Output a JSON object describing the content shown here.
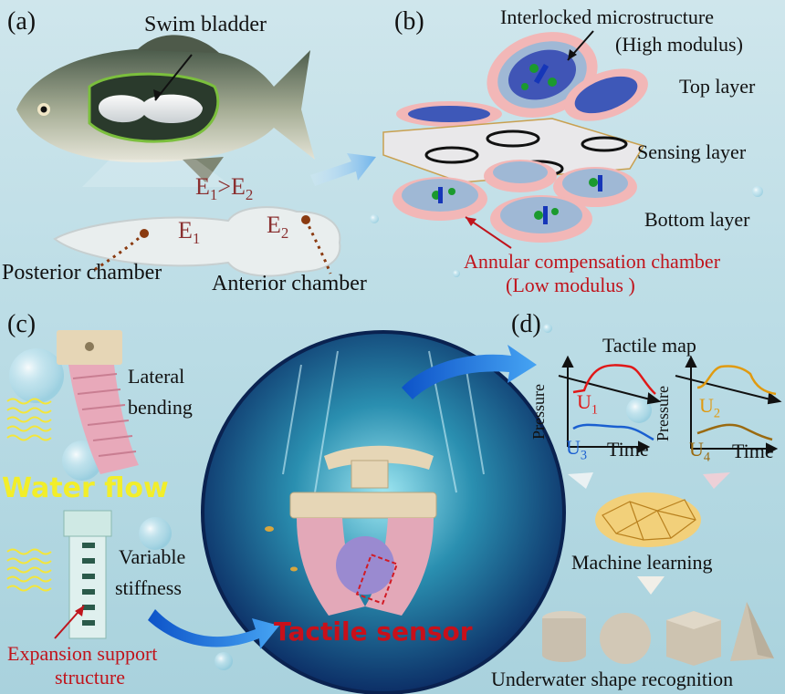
{
  "panels": {
    "a": "(a)",
    "b": "(b)",
    "c": "(c)",
    "d": "(d)"
  },
  "panel_a": {
    "swim_bladder": "Swim bladder",
    "modulus_relation": {
      "e1": "E",
      "s1": "1",
      "gt": ">E",
      "s2": "2"
    },
    "chamber_e1": {
      "e": "E",
      "sub": "1"
    },
    "chamber_e2": {
      "e": "E",
      "sub": "2"
    },
    "posterior": "Posterior chamber",
    "anterior": "Anterior chamber"
  },
  "panel_b": {
    "interlocked": "Interlocked microstructure",
    "high_modulus": "(High modulus)",
    "top_layer": "Top layer",
    "sensing_layer": "Sensing layer",
    "bottom_layer": "Bottom layer",
    "annular": "Annular compensation chamber",
    "low_modulus": "(Low modulus )"
  },
  "panel_c": {
    "lateral": "Lateral",
    "bending": "bending",
    "water_flow": "Water flow",
    "variable": "Variable",
    "stiffness": "stiffness",
    "expansion": "Expansion support",
    "structure": "structure",
    "tactile_sensor": "Tactile sensor"
  },
  "panel_d": {
    "tactile_map": "Tactile map",
    "pressure": "Pressure",
    "time": "Time",
    "u1": {
      "u": "U",
      "sub": "1"
    },
    "u2": {
      "u": "U",
      "sub": "2"
    },
    "u3": {
      "u": "U",
      "sub": "3"
    },
    "u4": {
      "u": "U",
      "sub": "4"
    },
    "machine_learning": "Machine learning",
    "shape_recognition": "Underwater shape recognition"
  },
  "colors": {
    "red_label": "#c0141c",
    "water_flow": "#f2ee2a",
    "u1": "#e01818",
    "u2": "#e09a10",
    "u3": "#1a5fd0",
    "u4": "#9a6a10",
    "arrow_blue": "#2a7be0"
  }
}
